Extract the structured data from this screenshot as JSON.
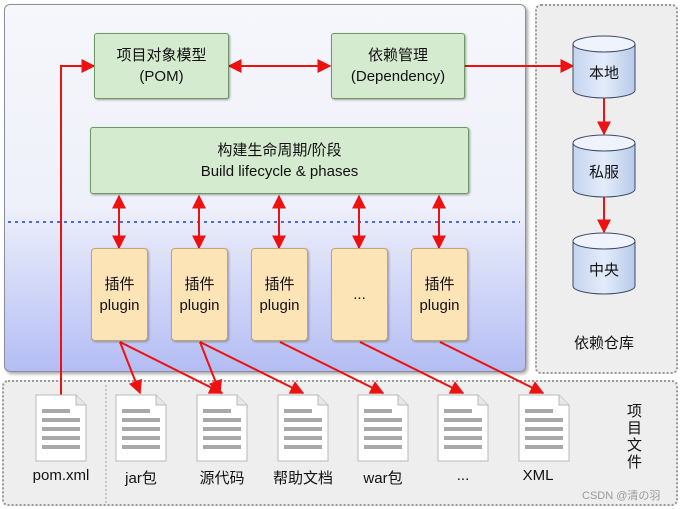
{
  "pom_box": {
    "line1": "项目对象模型",
    "line2": "(POM)"
  },
  "dependency_box": {
    "line1": "依赖管理",
    "line2": "(Dependency)"
  },
  "lifecycle_box": {
    "line1": "构建生命周期/阶段",
    "line2": "Build lifecycle & phases"
  },
  "plugins": [
    {
      "line1": "插件",
      "line2": "plugin"
    },
    {
      "line1": "插件",
      "line2": "plugin"
    },
    {
      "line1": "插件",
      "line2": "plugin"
    },
    {
      "line1": "...",
      "line2": ""
    },
    {
      "line1": "插件",
      "line2": "plugin"
    }
  ],
  "repositories": {
    "title": "依赖仓库",
    "local": "本地",
    "private": "私服",
    "central": "中央"
  },
  "files": {
    "title": "项目文件",
    "items": [
      "pom.xml",
      "jar包",
      "源代码",
      "帮助文档",
      "war包",
      "...",
      "XML"
    ]
  },
  "watermark": "CSDN @清の羽",
  "colors": {
    "arrow": "#ee1111",
    "dotted_divider": "#4a6ad8",
    "green_fill": "#d5ebd0",
    "plugin_fill": "#fde4b6",
    "cylinder_fill": "#d6e3f7"
  }
}
